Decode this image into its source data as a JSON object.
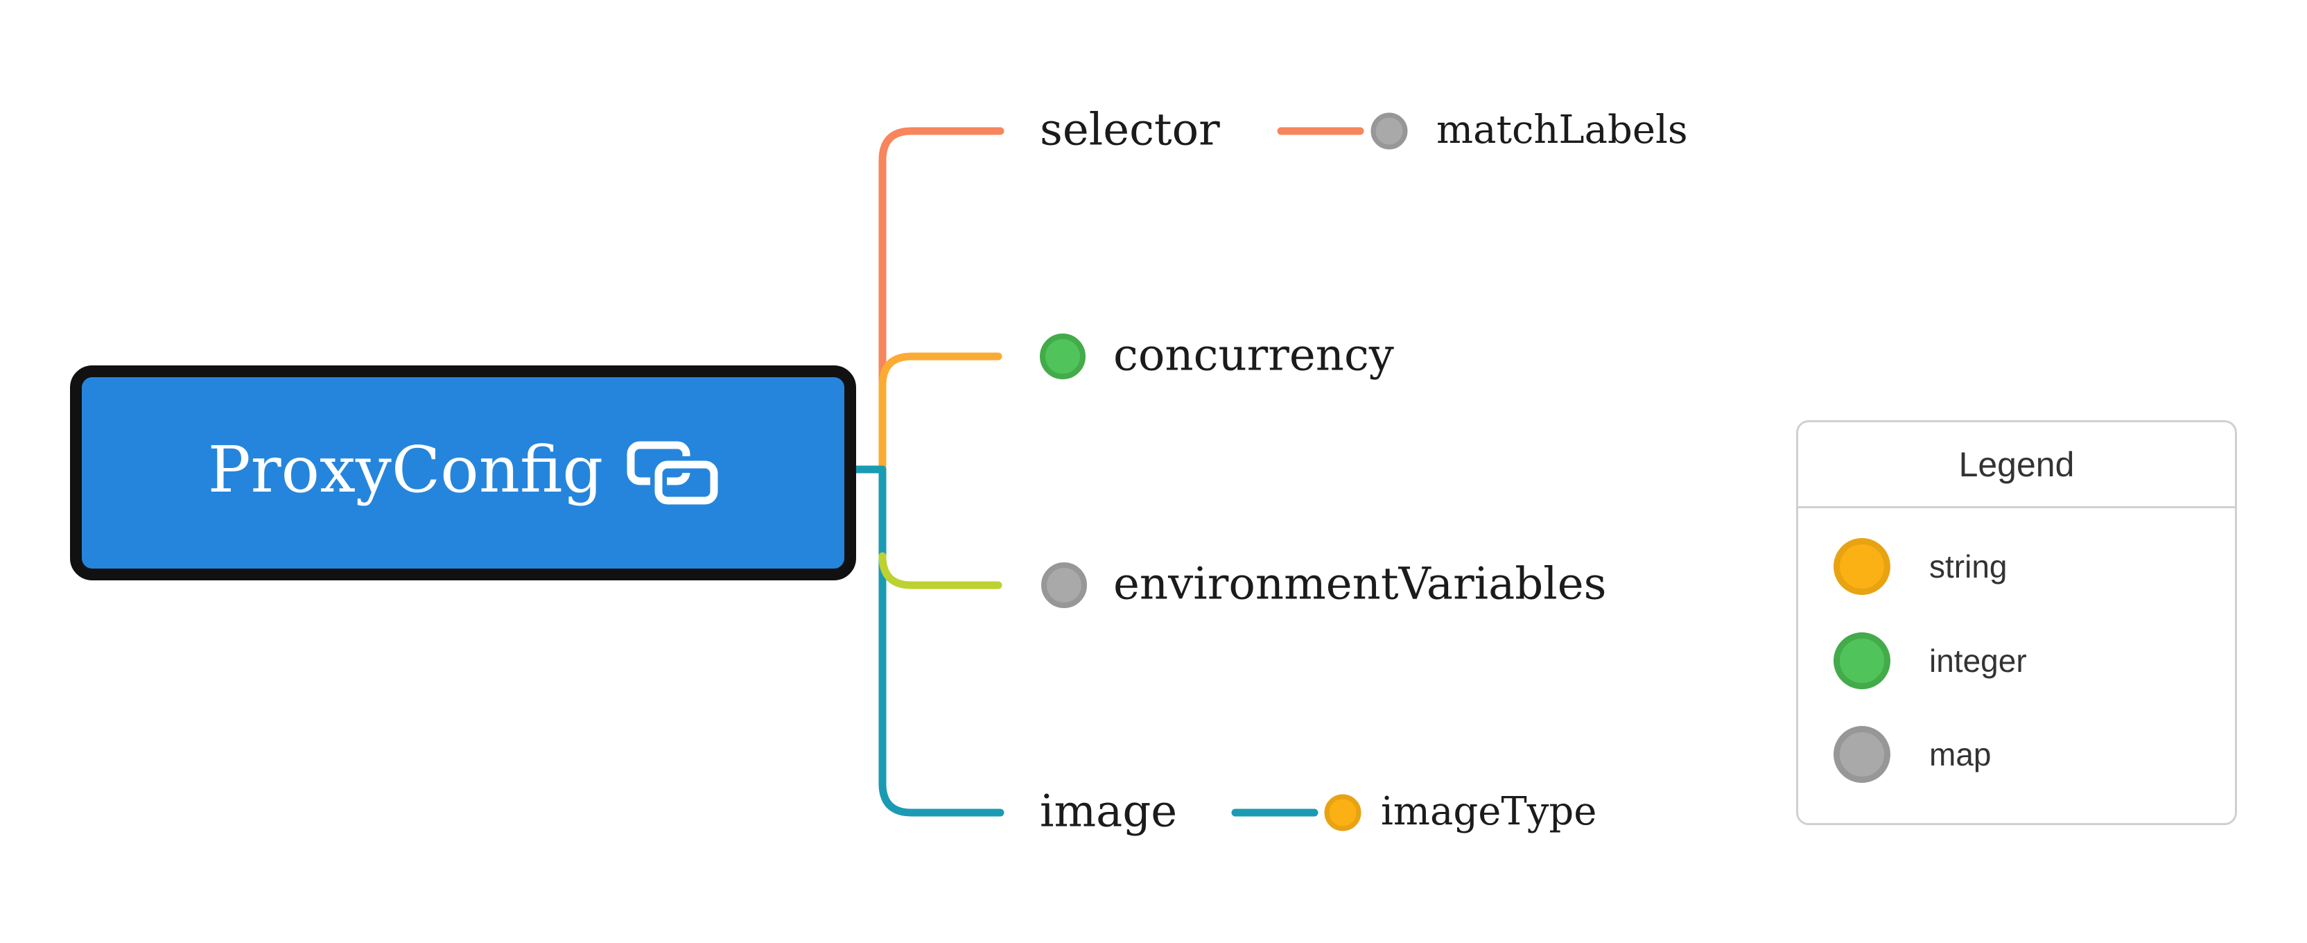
{
  "root": {
    "label": "ProxyConfig",
    "fill": "#2585dc",
    "border": "#111111",
    "text_color": "#ffffff",
    "icon": "link-icon"
  },
  "branches": [
    {
      "label": "selector",
      "line_color": "#f8855c",
      "type": null,
      "children": [
        {
          "label": "matchLabels",
          "type": "map"
        }
      ]
    },
    {
      "label": "concurrency",
      "line_color": "#fbab33",
      "type": "integer",
      "children": []
    },
    {
      "label": "environmentVariables",
      "line_color": "#bdd131",
      "type": "map",
      "children": []
    },
    {
      "label": "image",
      "line_color": "#1a9bb3",
      "type": null,
      "children": [
        {
          "label": "imageType",
          "type": "string"
        }
      ]
    }
  ],
  "type_colors": {
    "string": {
      "fill": "#fbb013",
      "ring": "#e8a312"
    },
    "integer": {
      "fill": "#50c45a",
      "ring": "#43ab4a"
    },
    "map": {
      "fill": "#a9a9a9",
      "ring": "#979797"
    }
  },
  "legend": {
    "title": "Legend",
    "border_color": "#d0d0d0",
    "text_color": "#333333",
    "items": [
      {
        "label": "string",
        "type": "string"
      },
      {
        "label": "integer",
        "type": "integer"
      },
      {
        "label": "map",
        "type": "map"
      }
    ]
  }
}
